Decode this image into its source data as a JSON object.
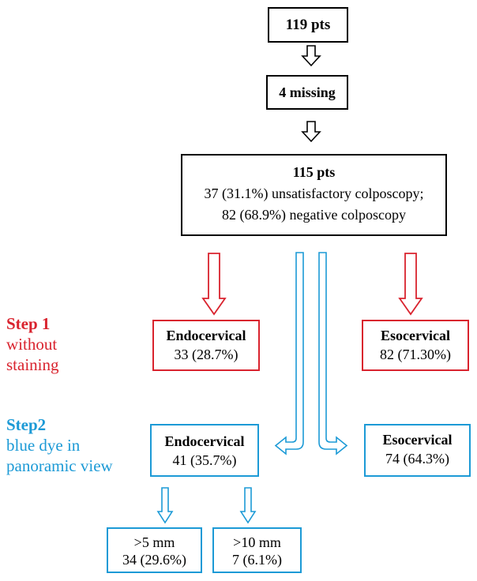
{
  "top_box": {
    "text": "119 pts"
  },
  "missing_box": {
    "text": "4 missing"
  },
  "main_box": {
    "title": "115 pts",
    "line1": "37 (31.1%) unsatisfactory colposcopy;",
    "line2": "82 (68.9%) negative colposcopy"
  },
  "step1": {
    "label": "Step 1",
    "desc_line1": "without",
    "desc_line2": "staining",
    "endocervical": {
      "title": "Endocervical",
      "value": "33 (28.7%)"
    },
    "esocervical": {
      "title": "Esocervical",
      "value": "82 (71.30%)"
    }
  },
  "step2": {
    "label": "Step2",
    "desc_line1": "blue dye in",
    "desc_line2": "panoramic view",
    "endocervical": {
      "title": "Endocervical",
      "value": "41 (35.7%)"
    },
    "esocervical": {
      "title": "Esocervical",
      "value": "74 (64.3%)"
    },
    "sub_left": {
      "title": ">5 mm",
      "value": "34 (29.6%)"
    },
    "sub_right": {
      "title": ">10 mm",
      "value": "7 (6.1%)"
    }
  },
  "colors": {
    "step1": "#d9232e",
    "step2": "#1c9ad6",
    "default": "#000000"
  }
}
